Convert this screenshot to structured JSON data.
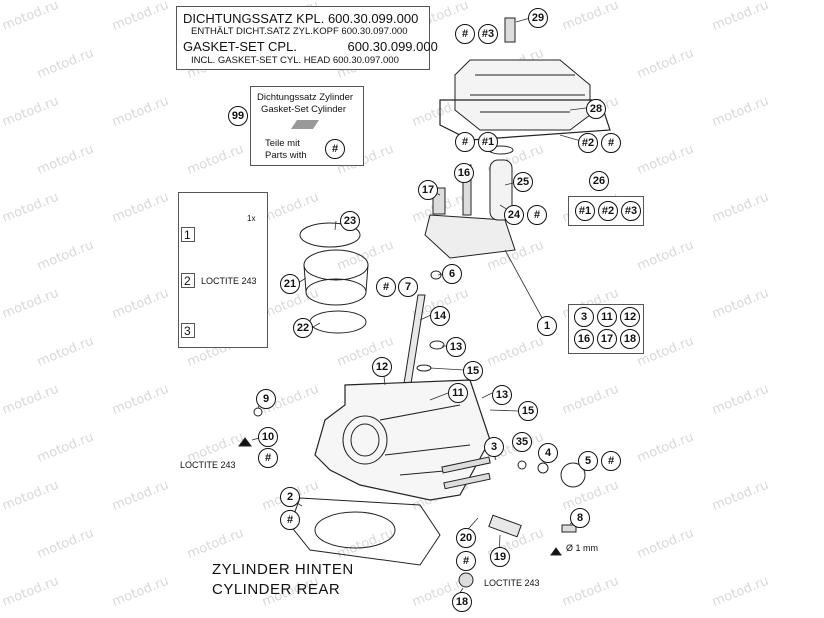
{
  "watermark": "motod.ru",
  "gasket_box": {
    "line1": "DICHTUNGSSATZ KPL. 600.30.099.000",
    "line2": "ENTHÄLT DICHT.SATZ ZYL.KOPF 600.30.097.000",
    "line3": "GASKET-SET CPL.              600.30.099.000",
    "line4": "INCL. GASKET-SET CYL. HEAD 600.30.097.000"
  },
  "legend_box": {
    "line1": "Dichtungssatz Zylinder",
    "line2": "Gasket-Set Cylinder",
    "line3": "Teile mit",
    "line4": "Parts with",
    "badge": "#",
    "ref": "99"
  },
  "steps_box": {
    "step1": "1",
    "step2": "2",
    "step3": "3",
    "loctite": "LOCTITE 243",
    "torque": "1x"
  },
  "captions": {
    "loctite_left": "LOCTITE 243",
    "loctite_bottom": "LOCTITE 243",
    "oil_hole": "Ø 1 mm",
    "title_de": "ZYLINDER HINTEN",
    "title_en": "CYLINDER REAR"
  },
  "group_box_1": [
    "3",
    "11",
    "12",
    "16",
    "17",
    "18"
  ],
  "group_box_26": [
    "#1",
    "#2",
    "#3"
  ],
  "callouts": {
    "c29": "29",
    "c_hash_a": "#",
    "c_hash3_a": "#3",
    "c28": "28",
    "c_hash_b": "#",
    "c_hash1_b": "#1",
    "c_hash2_b": "#2",
    "c_hash_c": "#",
    "c16": "16",
    "c17": "17",
    "c25": "25",
    "c24": "24",
    "c_hash_d": "#",
    "c26": "26",
    "c23": "23",
    "c21": "21",
    "c22": "22",
    "c6": "6",
    "c_hash_e": "#",
    "c7": "7",
    "c1": "1",
    "c14": "14",
    "c13a": "13",
    "c12": "12",
    "c15a": "15",
    "c11": "11",
    "c13b": "13",
    "c15b": "15",
    "c9": "9",
    "c10": "10",
    "c_hash_f": "#",
    "c3": "3",
    "c35": "35",
    "c4": "4",
    "c5": "5",
    "c_hash_g": "#",
    "c2": "2",
    "c_hash_h": "#",
    "c8": "8",
    "c20": "20",
    "c19": "19",
    "c_hash_i": "#",
    "c18": "18"
  }
}
